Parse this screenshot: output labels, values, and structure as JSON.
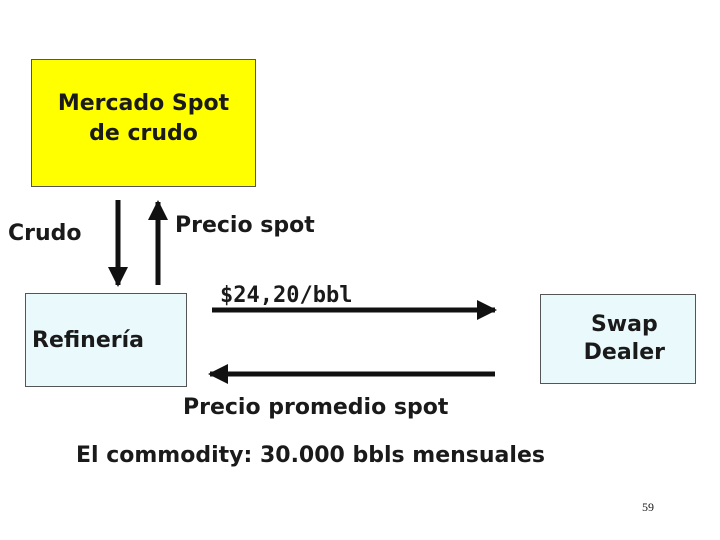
{
  "spot_market": {
    "line1": "Mercado Spot",
    "line2": "de crudo"
  },
  "refinery": {
    "label": "Refinería"
  },
  "swap_dealer": {
    "line1": "Swap",
    "line2": "Dealer"
  },
  "labels": {
    "crude": "Crudo",
    "spot_price": "Precio spot",
    "fixed_price": "$24,20/bbl",
    "avg_spot_price": "Precio promedio spot",
    "commodity": "El commodity: 30.000 bbls mensuales"
  },
  "page_number": "59",
  "colors": {
    "spot_box": "#ffff00",
    "party_box": "#eaf9fc",
    "arrow": "#111111"
  }
}
